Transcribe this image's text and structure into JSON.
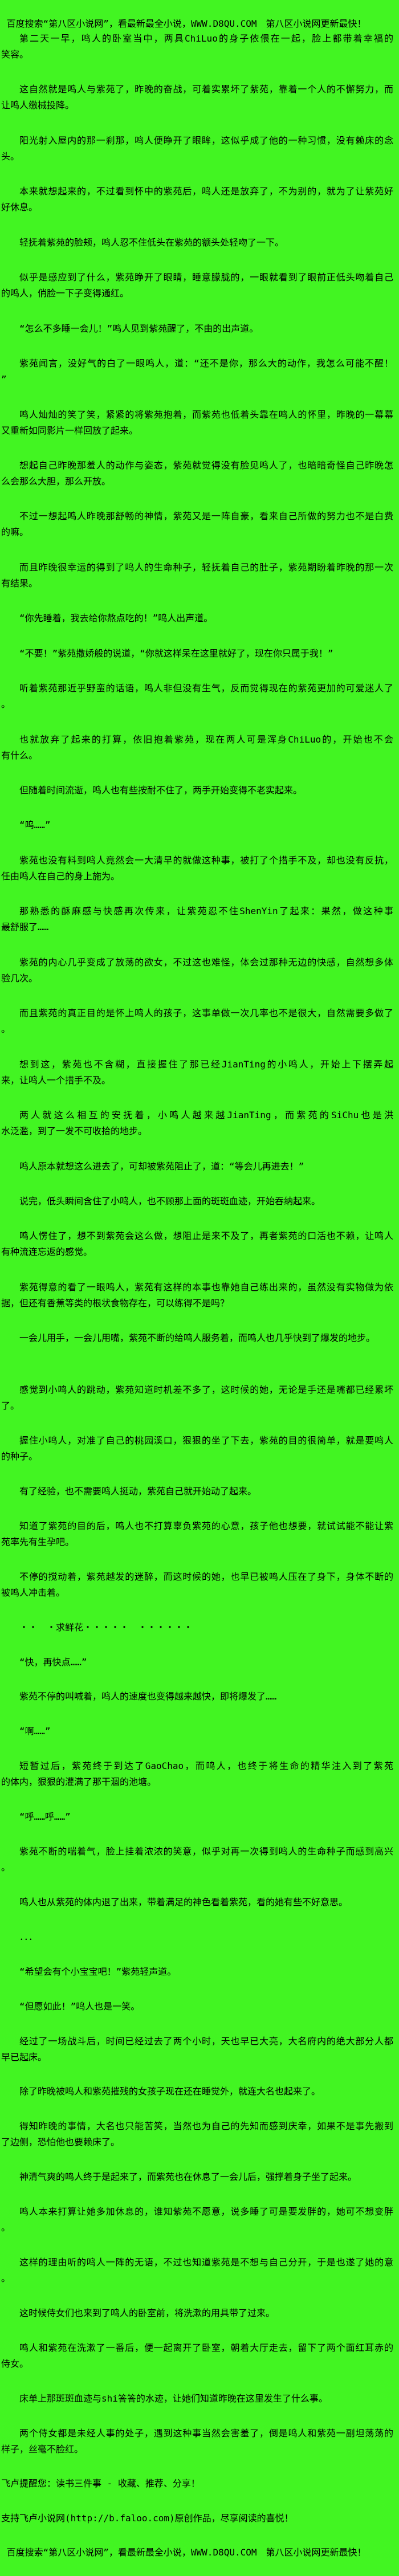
{
  "colors": {
    "background": "#42F522",
    "text": "#000000"
  },
  "paragraphs": [
    {
      "name": "promo-header",
      "cls": "hdr",
      "lines": [
        " 百度搜索“第八区小说网”，看最新最全小说，WWW.D8QU.COM　第八区小说网更新最快！"
      ]
    },
    {
      "name": "paragraph",
      "cls": "ind",
      "lines": [
        "第二天一早，鸣人的卧室当中，两具ChiLuo的身子依偎在一起，脸上都带着幸福的",
        "笑容。"
      ]
    },
    {
      "name": "paragraph",
      "cls": "ind",
      "lines": [
        "这自然就是鸣人与紫苑了，昨晚的奋战，可着实累坏了紫苑，靠着一个人的不懈努力，而",
        "让鸣人缴械投降。"
      ]
    },
    {
      "name": "paragraph",
      "cls": "ind",
      "lines": [
        "阳光射入屋内的那一刹那，鸣人便睁开了眼眸，这似乎成了他的一种习惯，没有赖床的念",
        "头。"
      ]
    },
    {
      "name": "paragraph",
      "cls": "ind",
      "lines": [
        "本来就想起来的，不过看到怀中的紫苑后，鸣人还是放弃了，不为别的，就为了让紫苑好",
        "好休息。"
      ]
    },
    {
      "name": "paragraph",
      "cls": "ind",
      "lines": [
        "轻抚着紫苑的脸颊，鸣人忍不住低头在紫苑的额头处轻吻了一下。"
      ]
    },
    {
      "name": "paragraph",
      "cls": "ind",
      "lines": [
        "似乎是感应到了什么，紫苑睁开了眼睛，睡意朦胧的，一眼就看到了眼前正低头吻着自己",
        "的鸣人，俏脸一下子变得通红。"
      ]
    },
    {
      "name": "paragraph",
      "cls": "ind",
      "lines": [
        "“怎么不多睡一会儿！”鸣人见到紫苑醒了，不由的出声道。"
      ]
    },
    {
      "name": "paragraph",
      "cls": "ind",
      "lines": [
        "紫苑闻言，没好气的白了一眼鸣人，道：“还不是你，那么大的动作，我怎么可能不醒！",
        "”"
      ]
    },
    {
      "name": "paragraph",
      "cls": "ind",
      "lines": [
        "鸣人灿灿的笑了笑，紧紧的将紫苑抱着，而紫苑也低着头靠在鸣人的怀里，昨晚的一幕幕",
        "又重新如同影片一样回放了起来。"
      ]
    },
    {
      "name": "paragraph",
      "cls": "ind",
      "lines": [
        "想起自己昨晚那羞人的动作与姿态，紫苑就觉得没有脸见鸣人了，也暗暗奇怪自己昨晚怎",
        "么会那么大胆，那么开放。"
      ]
    },
    {
      "name": "paragraph",
      "cls": "ind",
      "lines": [
        "不过一想起鸣人昨晚那舒畅的神情，紫苑又是一阵自豪，看来自己所做的努力也不是白费",
        "的嘛。"
      ]
    },
    {
      "name": "paragraph",
      "cls": "ind",
      "lines": [
        "而且昨晚很幸运的得到了鸣人的生命种子，轻抚着自己的肚子，紫苑期盼着昨晚的那一次",
        "有结果。"
      ]
    },
    {
      "name": "paragraph",
      "cls": "ind",
      "lines": [
        "“你先睡着，我去给你熬点吃的！”鸣人出声道。"
      ]
    },
    {
      "name": "paragraph",
      "cls": "ind",
      "lines": [
        "“不要！”紫苑撒娇般的说道，“你就这样呆在这里就好了，现在你只属于我！”"
      ]
    },
    {
      "name": "paragraph",
      "cls": "ind",
      "lines": [
        "听着紫苑那近乎野蛮的话语，鸣人非但没有生气，反而觉得现在的紫苑更加的可爱迷人了",
        "。"
      ]
    },
    {
      "name": "paragraph",
      "cls": "ind",
      "lines": [
        "也就放弃了起来的打算，依旧抱着紫苑，现在两人可是浑身ChiLuo的，开始也不会",
        "有什么。"
      ]
    },
    {
      "name": "paragraph",
      "cls": "ind",
      "lines": [
        "但随着时间流逝，鸣人也有些按耐不住了，两手开始变得不老实起来。"
      ]
    },
    {
      "name": "paragraph",
      "cls": "ind",
      "lines": [
        "“呜……”"
      ]
    },
    {
      "name": "paragraph",
      "cls": "ind",
      "lines": [
        "紫苑也没有料到鸣人竟然会一大清早的就做这种事，被打了个措手不及，却也没有反抗，",
        "任由鸣人在自己的身上施为。"
      ]
    },
    {
      "name": "paragraph",
      "cls": "ind",
      "lines": [
        "那熟悉的酥麻感与快感再次传来，让紫苑忍不住ShenYin了起来：果然，做这种事",
        "最舒服了……"
      ]
    },
    {
      "name": "paragraph",
      "cls": "ind",
      "lines": [
        "紫苑的内心几乎变成了放荡的欲女，不过这也难怪，体会过那种无边的快感，自然想多体",
        "验几次。"
      ]
    },
    {
      "name": "paragraph",
      "cls": "ind",
      "lines": [
        "而且紫苑的真正目的是怀上鸣人的孩子，这事单做一次几率也不是很大，自然需要多做了",
        "。"
      ]
    },
    {
      "name": "paragraph",
      "cls": "ind",
      "lines": [
        "想到这，紫苑也不含糊，直接握住了那已经JianTing的小鸣人，开始上下摆弄起",
        "来，让鸣人一个措手不及。"
      ]
    },
    {
      "name": "paragraph",
      "cls": "ind",
      "lines": [
        "两人就这么相互的安抚着，小鸣人越来越JianTing，而紫苑的SiChu也是洪",
        "水泛滥，到了一发不可收拾的地步。"
      ]
    },
    {
      "name": "paragraph",
      "cls": "ind",
      "lines": [
        "鸣人原本就想这么进去了，可却被紫苑阻止了，道：“等会儿再进去！”"
      ]
    },
    {
      "name": "paragraph",
      "cls": "ind",
      "lines": [
        "说完，低头瞬间含住了小鸣人，也不顾那上面的斑斑血迹，开始吞纳起来。"
      ]
    },
    {
      "name": "paragraph",
      "cls": "ind",
      "lines": [
        "鸣人愣住了，想不到紫苑会这么做，想阻止是来不及了，再者紫苑的口活也不赖，让鸣人",
        "有种流连忘返的感觉。"
      ]
    },
    {
      "name": "paragraph",
      "cls": "ind",
      "lines": [
        "紫苑得意的看了一眼鸣人，紫苑有这样的本事也靠她自己练出来的，虽然没有实物做为依",
        "据，但还有香蕉等类的根状食物存在，可以练得不是吗？"
      ]
    },
    {
      "name": "paragraph",
      "cls": "ind sp",
      "lines": [
        "一会儿用手，一会儿用嘴，紫苑不断的给鸣人服务着，而鸣人也几乎快到了爆发的地步。"
      ]
    },
    {
      "name": "paragraph",
      "cls": "ind late",
      "lines": [
        "感觉到小鸣人的跳动，紫苑知道时机差不多了，这时候的她，无论是手还是嘴都已经累坏",
        "了。"
      ]
    },
    {
      "name": "paragraph",
      "cls": "ind late",
      "lines": [
        "握住小鸣人，对准了自己的桃园溪口，狠狠的坐了下去，紫苑的目的很简单，就是要鸣人",
        "的种子。"
      ]
    },
    {
      "name": "paragraph",
      "cls": "ind late",
      "lines": [
        "有了经验，也不需要鸣人挺动，紫苑自己就开始动了起来。"
      ]
    },
    {
      "name": "paragraph",
      "cls": "ind late",
      "lines": [
        "知道了紫苑的目的后，鸣人也不打算辜负紫苑的心意，孩子他也想要，就试试能不能让紫",
        "苑率先有生孕吧。"
      ]
    },
    {
      "name": "paragraph",
      "cls": "ind late",
      "lines": [
        "不停的搅动着，紫苑越发的迷醉，而这时候的她，也早已被鸣人压在了身下，身体不断的",
        "被鸣人冲击着。"
      ]
    },
    {
      "name": "flower-request-line",
      "cls": "ind late",
      "lines": [
        "・・　・求鲜花・・・・・　・・・・・・"
      ]
    },
    {
      "name": "paragraph",
      "cls": "ind late",
      "lines": [
        "“快，再快点……”"
      ]
    },
    {
      "name": "paragraph",
      "cls": "ind late",
      "lines": [
        "紫苑不停的叫喊着，鸣人的速度也变得越来越快，即将爆发了……"
      ]
    },
    {
      "name": "paragraph",
      "cls": "ind late",
      "lines": [
        "“啊……”"
      ]
    },
    {
      "name": "paragraph",
      "cls": "ind late",
      "lines": [
        "短暂过后，紫苑终于到达了GaoChao，而鸣人，也终于将生命的精华注入到了紫苑",
        "的体内，狠狠的灌满了那干涸的池塘。"
      ]
    },
    {
      "name": "paragraph",
      "cls": "ind late",
      "lines": [
        "“呼……呼……”"
      ]
    },
    {
      "name": "paragraph",
      "cls": "ind late",
      "lines": [
        "紫苑不断的喘着气，脸上挂着浓浓的笑意，似乎对再一次得到鸣人的生命种子而感到高兴",
        "。"
      ]
    },
    {
      "name": "paragraph",
      "cls": "ind late",
      "lines": [
        "鸣人也从紫苑的体内退了出来，带着满足的神色看着紫苑，看的她有些不好意思。"
      ]
    },
    {
      "name": "paragraph",
      "cls": "ind late",
      "lines": [
        "．．．"
      ]
    },
    {
      "name": "paragraph",
      "cls": "ind late",
      "lines": [
        "“希望会有个小宝宝吧！”紫苑轻声道。"
      ]
    },
    {
      "name": "paragraph",
      "cls": "ind late",
      "lines": [
        "“但愿如此！”鸣人也是一笑。"
      ]
    },
    {
      "name": "paragraph",
      "cls": "ind late",
      "lines": [
        "经过了一场战斗后，时间已经过去了两个小时，天也早已大亮，大名府内的绝大部分人都",
        "早已起床。"
      ]
    },
    {
      "name": "paragraph",
      "cls": "ind late",
      "lines": [
        "除了昨晚被鸣人和紫苑摧残的女孩子现在还在睡觉外，就连大名也起来了。"
      ]
    },
    {
      "name": "paragraph",
      "cls": "ind late",
      "lines": [
        "得知昨晚的事情，大名也只能苦笑，当然也为自己的先知而感到庆幸，如果不是事先搬到",
        "了边侧，恐怕他也要赖床了。"
      ]
    },
    {
      "name": "paragraph",
      "cls": "ind late",
      "lines": [
        "神清气爽的鸣人终于是起来了，而紫苑也在休息了一会儿后，强撑着身子坐了起来。"
      ]
    },
    {
      "name": "paragraph",
      "cls": "ind late",
      "lines": [
        "鸣人本来打算让她多加休息的，谁知紫苑不愿意，说多睡了可是要发胖的，她可不想变胖",
        "。"
      ]
    },
    {
      "name": "paragraph",
      "cls": "ind late",
      "lines": [
        "这样的理由听的鸣人一阵的无语，不过也知道紫苑是不想与自己分开，于是也遂了她的意",
        "。"
      ]
    },
    {
      "name": "paragraph",
      "cls": "ind late",
      "lines": [
        "这时候侍女们也来到了鸣人的卧室前，将洗漱的用具带了过来。"
      ]
    },
    {
      "name": "paragraph",
      "cls": "ind late",
      "lines": [
        "鸣人和紫苑在洗漱了一番后，便一起离开了卧室，朝着大厅走去，留下了两个面红耳赤的",
        "侍女。"
      ]
    },
    {
      "name": "paragraph",
      "cls": "ind late",
      "lines": [
        "床单上那斑斑血迹与shi答答的水迹，让她们知道昨晚在这里发生了什么事。"
      ]
    },
    {
      "name": "paragraph",
      "cls": "ind late",
      "lines": [
        "两个侍女都是未经人事的处子，遇到这种事当然会害羞了，倒是鸣人和紫苑一副坦荡荡的",
        "样子，丝毫不脸红。"
      ]
    },
    {
      "name": "faloo-reminder",
      "cls": "late",
      "lines": [
        "飞卢提醒您：读书三件事 - 收藏、推荐、分享！"
      ]
    },
    {
      "name": "faloo-support",
      "cls": "late",
      "lines": [
        "支持飞卢小说网(http://b.faloo.com)原创作品，尽享阅读的喜悦！"
      ]
    },
    {
      "name": "promo-footer",
      "cls": "hdr",
      "lines": [
        " 百度搜索“第八区小说网”，看最新最全小说，WWW.D8QU.COM　第八区小说网更新最快！"
      ]
    }
  ]
}
